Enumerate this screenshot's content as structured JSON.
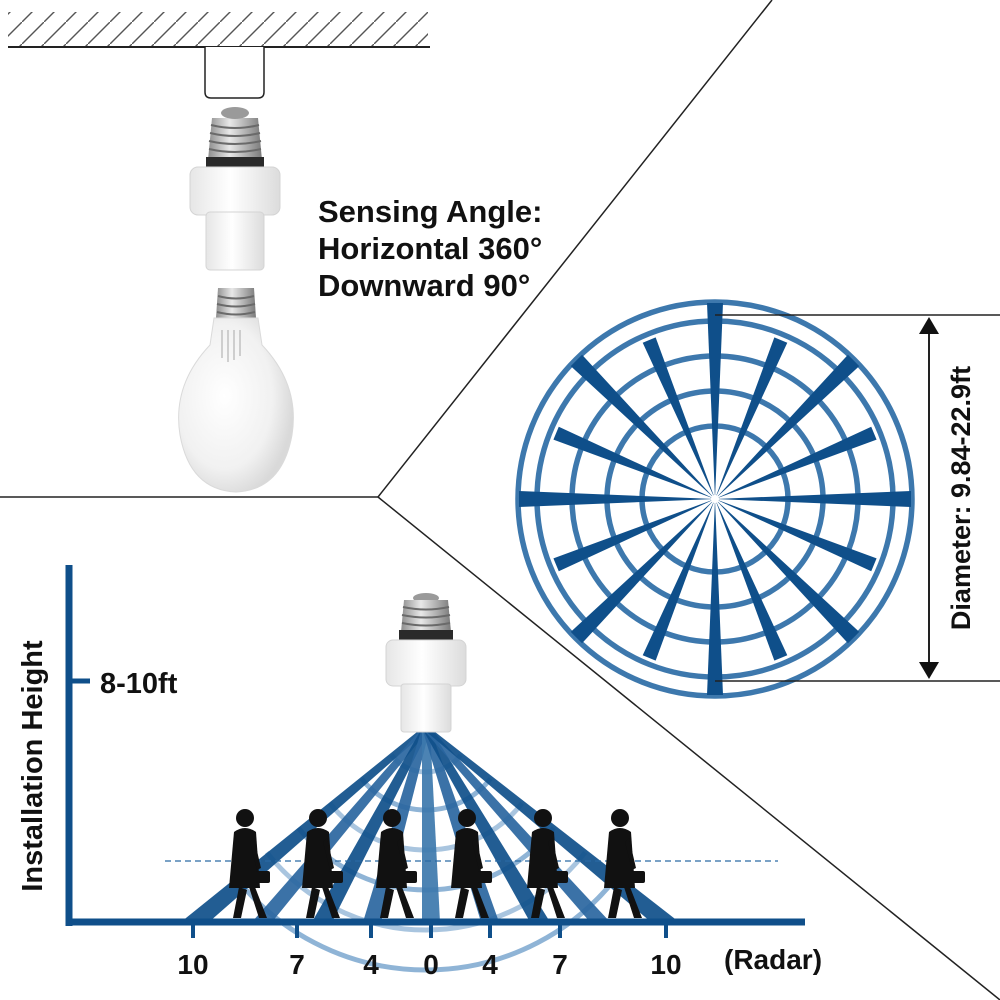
{
  "sensing": {
    "title": "Sensing Angle:",
    "horizontal": "Horizontal 360°",
    "downward": "Downward 90°"
  },
  "diameter_label": "Diameter: 9.84-22.9ft",
  "height": {
    "axis_label": "Installation Height",
    "value_label": "8-10ft"
  },
  "radar_axis": {
    "ticks": [
      "10",
      "7",
      "4",
      "0",
      "4",
      "7",
      "10"
    ],
    "unit_label": "(Radar)"
  },
  "colors": {
    "dark_blue": "#0f4f8a",
    "mid_blue": "#3d78ad",
    "light_blue": "#8fb4d6",
    "socket_white": "#f4f4f4"
  }
}
